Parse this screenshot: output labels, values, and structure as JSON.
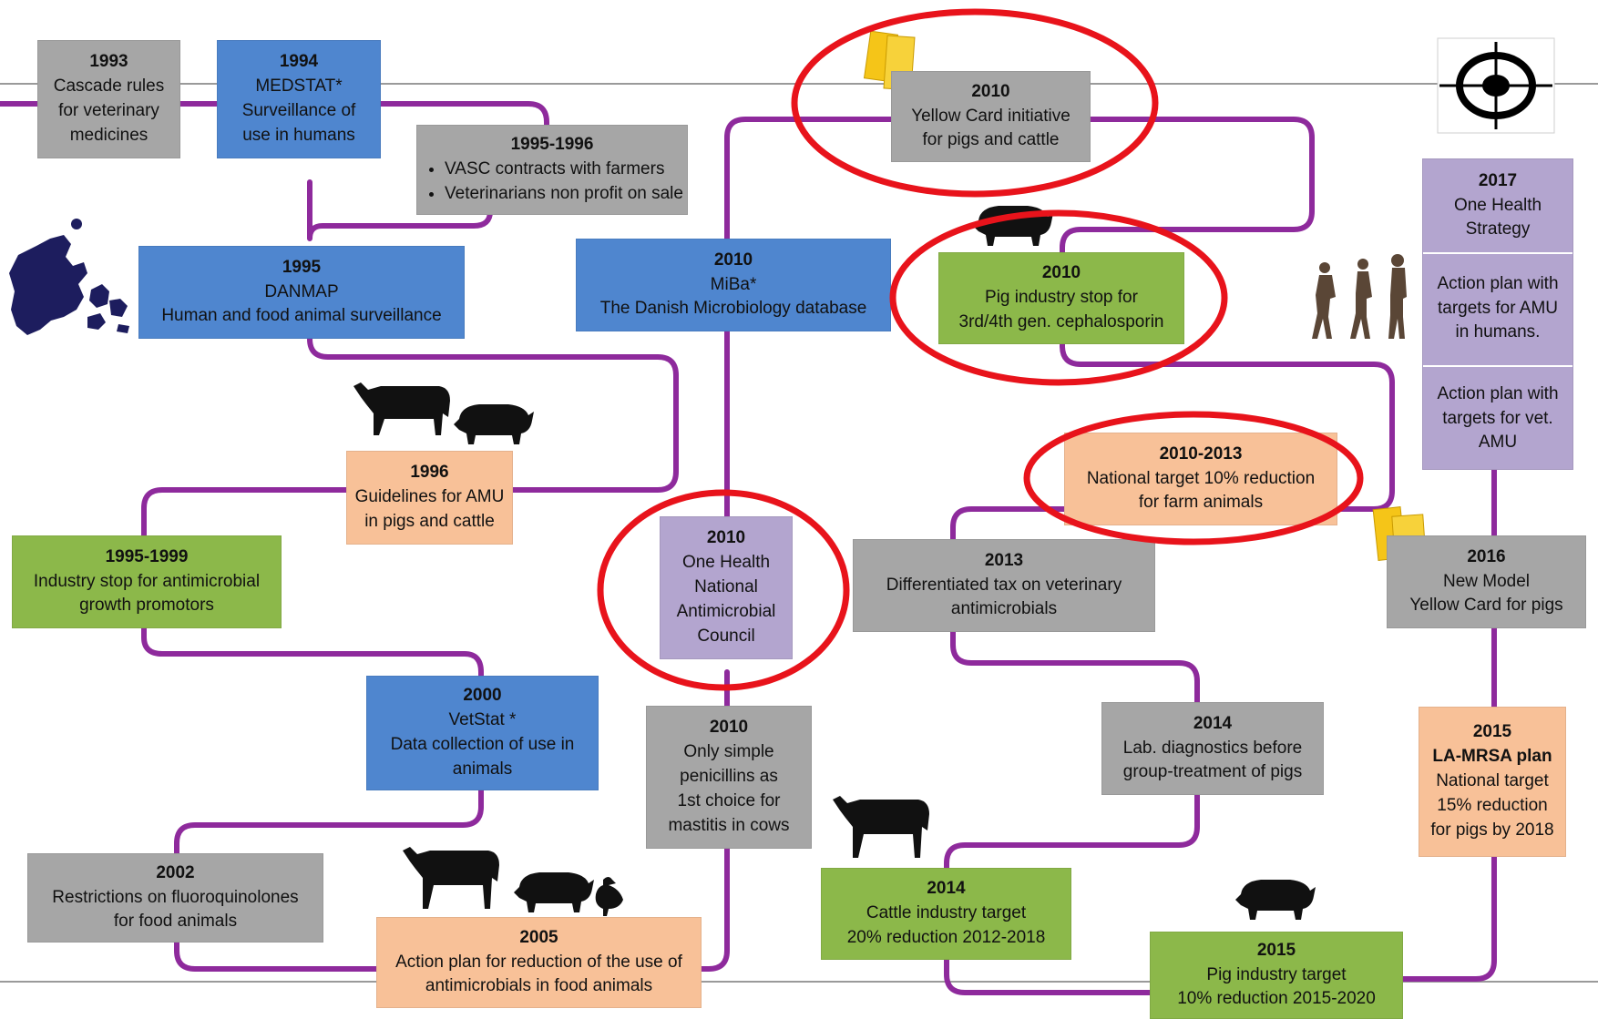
{
  "colors": {
    "path": "#8e2a9c",
    "gray": "#a6a6a6",
    "blue": "#4f86cf",
    "green": "#8cb84a",
    "orange": "#f8c198",
    "purple": "#b3a5cf",
    "highlight": "#e8131b",
    "silhouette": "#111111",
    "card": "#f5c518"
  },
  "events": {
    "e1993": {
      "year": "1993",
      "lines": [
        "Cascade rules",
        "for veterinary",
        "medicines"
      ]
    },
    "e1994": {
      "year": "1994",
      "lines": [
        "MEDSTAT*",
        "Surveillance of",
        "use in humans"
      ]
    },
    "e1995_1996": {
      "year": "1995-1996",
      "bullets": [
        "VASC contracts with farmers",
        "Veterinarians non profit on sale"
      ]
    },
    "e1995": {
      "year": "1995",
      "lines": [
        "DANMAP",
        "Human and food animal surveillance"
      ]
    },
    "e1996": {
      "year": "1996",
      "lines": [
        "Guidelines for AMU",
        "in pigs and cattle"
      ]
    },
    "e1995_1999": {
      "year": "1995-1999",
      "lines": [
        "Industry stop for antimicrobial",
        "growth promotors"
      ]
    },
    "e2000": {
      "year": "2000",
      "lines": [
        "VetStat *",
        "Data collection of use in",
        "animals"
      ]
    },
    "e2002": {
      "year": "2002",
      "lines": [
        "Restrictions on fluoroquinolones",
        "for food animals"
      ]
    },
    "e2005": {
      "year": "2005",
      "lines": [
        "Action plan for reduction of the use of",
        "antimicrobials in food animals"
      ]
    },
    "e2010_miba": {
      "year": "2010",
      "lines": [
        "MiBa*",
        "The Danish Microbiology database"
      ]
    },
    "e2010_council": {
      "year": "2010",
      "lines": [
        "One Health",
        "National",
        "Antimicrobial",
        "Council"
      ]
    },
    "e2010_penicillin": {
      "year": "2010",
      "lines": [
        "Only simple",
        "penicillins as",
        "1st choice for",
        "mastitis in cows"
      ]
    },
    "e2010_yellow": {
      "year": "2010",
      "lines": [
        "Yellow Card initiative",
        "for pigs and cattle"
      ]
    },
    "e2010_pig": {
      "year": "2010",
      "lines": [
        "Pig industry stop for",
        "3rd/4th gen. cephalosporin"
      ]
    },
    "e2010_2013": {
      "year": "2010-2013",
      "lines": [
        "National target 10% reduction",
        "for farm animals"
      ]
    },
    "e2013": {
      "year": "2013",
      "lines": [
        "Differentiated tax on veterinary",
        "antimicrobials"
      ]
    },
    "e2014_lab": {
      "year": "2014",
      "lines": [
        "Lab. diagnostics before",
        "group-treatment of pigs"
      ]
    },
    "e2014_cattle": {
      "year": "2014",
      "lines": [
        "Cattle industry target",
        "20% reduction 2012-2018"
      ]
    },
    "e2015_pig": {
      "year": "2015",
      "lines": [
        "Pig industry target",
        "10% reduction 2015-2020"
      ]
    },
    "e2015_mrsa": {
      "year": "2015",
      "title": "LA-MRSA plan",
      "lines": [
        "National target",
        "15% reduction",
        "for pigs by 2018"
      ]
    },
    "e2016": {
      "year": "2016",
      "lines": [
        "New Model",
        "Yellow Card for pigs"
      ]
    },
    "e2017": {
      "year": "2017",
      "lines": [
        "One Health",
        "Strategy"
      ],
      "human_plan": [
        "Action plan with",
        "targets for AMU",
        "in humans."
      ],
      "vet_plan": [
        "Action plan with",
        "targets for vet.",
        "AMU"
      ]
    }
  },
  "icons": [
    "denmark-map-icon",
    "target-icon",
    "yellow-card-icon",
    "cow-icon",
    "pig-icon",
    "chicken-icon",
    "human-evolution-icon"
  ]
}
